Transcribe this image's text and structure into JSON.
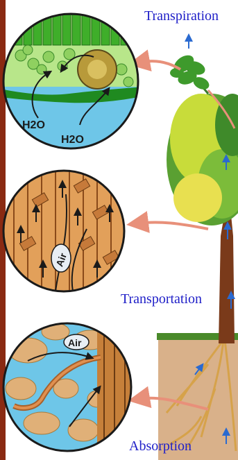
{
  "labels": {
    "transpiration": "Transpiration",
    "transportation": "Transportation",
    "absorption": "Absorption"
  },
  "circle_labels": {
    "water_left": "H2O",
    "water_right": "H2O",
    "air_stem": "Air",
    "air_root": "Air"
  },
  "colors": {
    "label_blue": "#2020c8",
    "water_blue": "#6ec6e8",
    "leaf_green": "#49b52a",
    "stem_brown": "#c6803a",
    "soil_tan": "#e0b078",
    "arrow_pink": "#e8907a",
    "frame_brown": "#8a2a12"
  }
}
